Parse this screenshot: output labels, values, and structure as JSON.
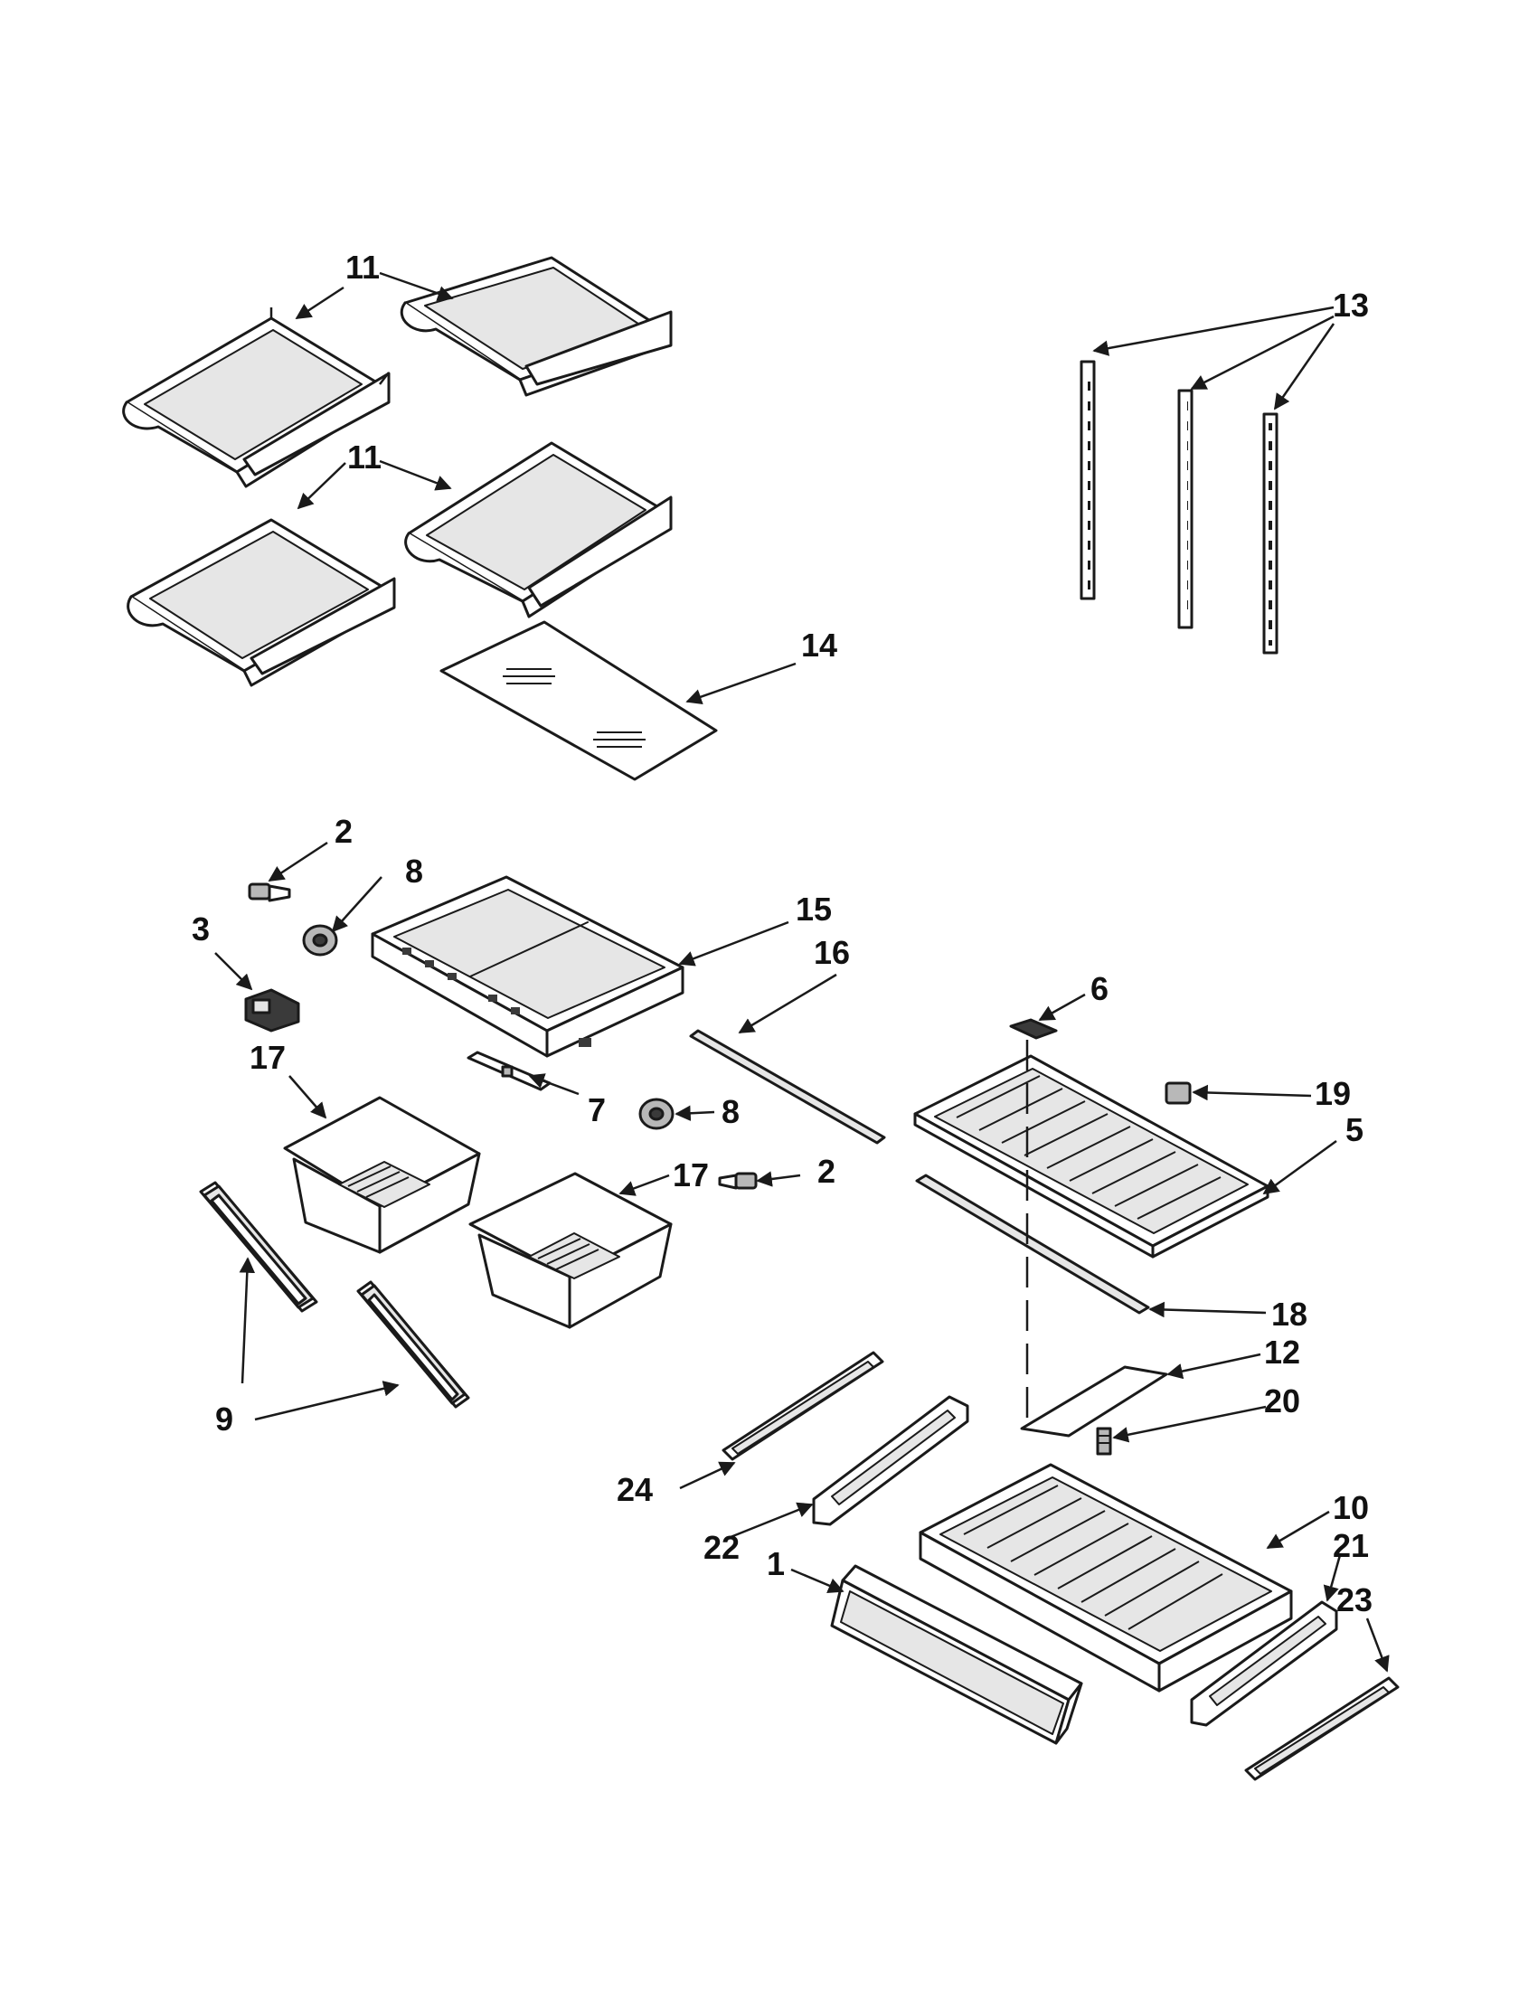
{
  "callouts": {
    "c1": "1",
    "c2a": "2",
    "c2b": "2",
    "c3": "3",
    "c5": "5",
    "c6": "6",
    "c7": "7",
    "c8a": "8",
    "c8b": "8",
    "c9": "9",
    "c10": "10",
    "c11a": "11",
    "c11b": "11",
    "c12": "12",
    "c13": "13",
    "c14": "14",
    "c15": "15",
    "c16": "16",
    "c17a": "17",
    "c17b": "17",
    "c18": "18",
    "c19": "19",
    "c20": "20",
    "c21": "21",
    "c22": "22",
    "c23": "23",
    "c24": "24"
  }
}
